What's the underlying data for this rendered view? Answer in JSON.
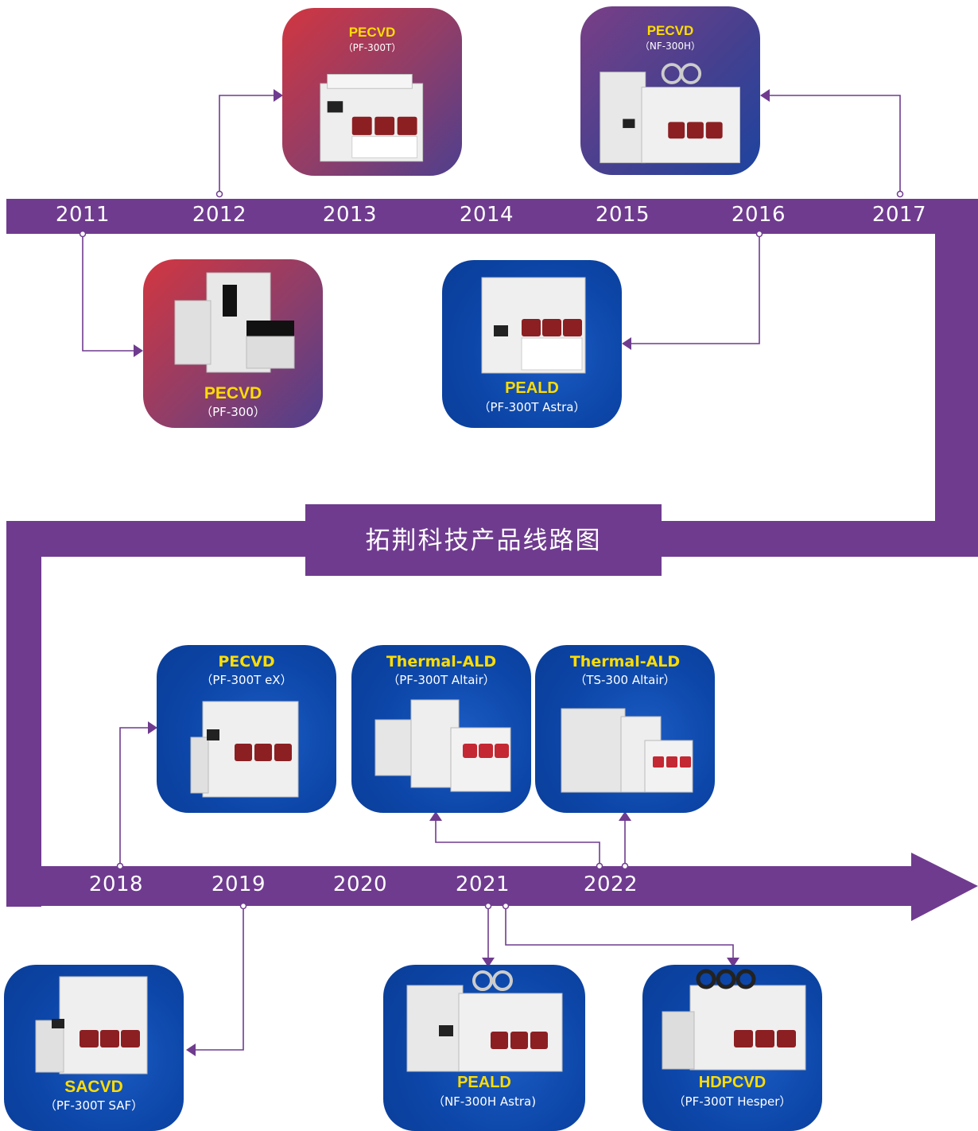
{
  "title": "拓荆科技产品线路图",
  "years_top": [
    "2011",
    "2012",
    "2013",
    "2014",
    "2015",
    "2016",
    "2017"
  ],
  "years_bottom": [
    "2018",
    "2019",
    "2020",
    "2021",
    "2022"
  ],
  "products": [
    {
      "name": "PECVD",
      "model": "（PF-300T）"
    },
    {
      "name": "PECVD",
      "model": "（NF-300H）"
    },
    {
      "name": "PECVD",
      "model": "（PF-300）"
    },
    {
      "name": "PEALD",
      "model": "（PF-300T Astra）"
    },
    {
      "name": "PECVD",
      "model": "（PF-300T eX）"
    },
    {
      "name": "Thermal-ALD",
      "model": "（PF-300T Altair）"
    },
    {
      "name": "Thermal-ALD",
      "model": "（TS-300 Altair）"
    },
    {
      "name": "SACVD",
      "model": "（PF-300T SAF）"
    },
    {
      "name": "PEALD",
      "model": "（NF-300H Astra)"
    },
    {
      "name": "HDPCVD",
      "model": "（PF-300T Hesper）"
    }
  ],
  "colors": {
    "band": "#6f3b8f",
    "card_blue": "#0c46a8",
    "label_yellow": "#ffdd00"
  }
}
